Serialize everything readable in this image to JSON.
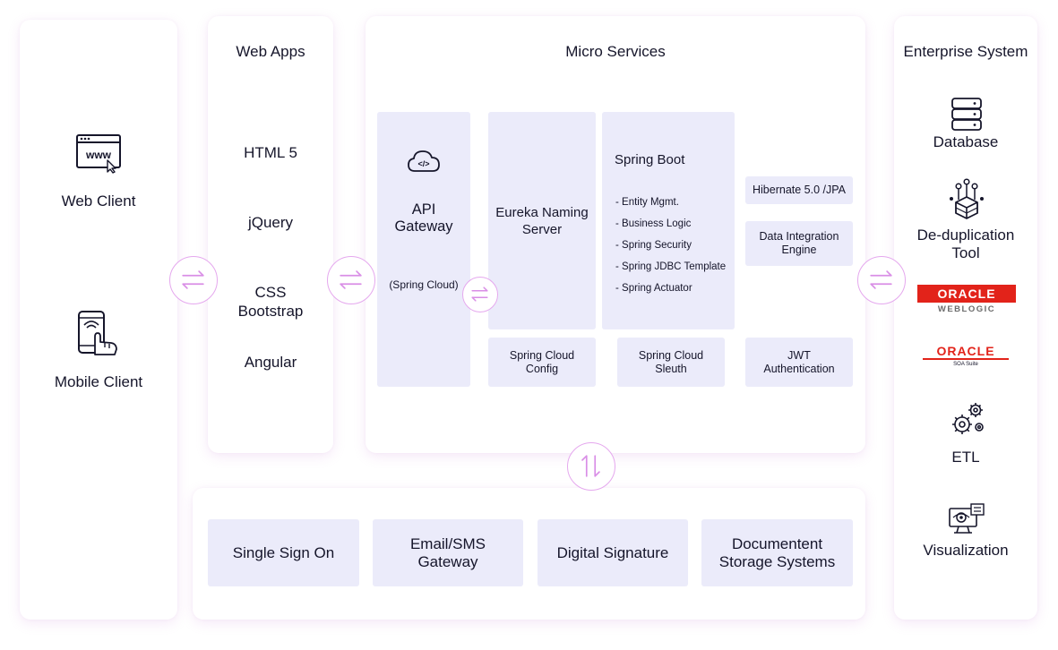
{
  "clients": {
    "web_client": "Web Client",
    "web_icon_text": "www",
    "mobile_client": "Mobile Client"
  },
  "web_apps": {
    "title": "Web Apps",
    "items": [
      "HTML 5",
      "jQuery",
      "CSS Bootstrap",
      "Angular"
    ]
  },
  "micro_services": {
    "title": "Micro Services",
    "api_gateway": {
      "code_glyph": "</>",
      "line1": "API",
      "line2": "Gateway",
      "sub": "(Spring Cloud)"
    },
    "eureka": {
      "line1": "Eureka Naming",
      "line2": "Server"
    },
    "spring_boot": {
      "title": "Spring Boot",
      "items": [
        "- Entity Mgmt.",
        "- Business Logic",
        "- Spring Security",
        "- Spring JDBC Template",
        "- Spring Actuator"
      ]
    },
    "hibernate": "Hibernate 5.0 /JPA",
    "data_integration": {
      "line1": "Data Integration",
      "line2": "Engine"
    },
    "cloud_config": {
      "line1": "Spring Cloud",
      "line2": "Config"
    },
    "cloud_sleuth": {
      "line1": "Spring Cloud",
      "line2": "Sleuth"
    },
    "jwt": {
      "line1": "JWT",
      "line2": "Authentication"
    }
  },
  "services_bar": {
    "items": [
      {
        "line1": "Single Sign On",
        "line2": ""
      },
      {
        "line1": "Email/SMS",
        "line2": "Gateway"
      },
      {
        "line1": "Digital Signature",
        "line2": ""
      },
      {
        "line1": "Documentent",
        "line2": "Storage Systems"
      }
    ]
  },
  "enterprise": {
    "title": "Enterprise System",
    "database": "Database",
    "dedup": {
      "line1": "De-duplication",
      "line2": "Tool"
    },
    "oracle_weblogic": {
      "brand": "ORACLE",
      "product": "WEBLOGIC"
    },
    "oracle_soa": {
      "brand": "ORACLE",
      "product": "SOA Suite"
    },
    "etl": "ETL",
    "visualization": "Visualization"
  },
  "colors": {
    "card_bg": "#ebebfa",
    "arrow_accent": "#e5a8ee",
    "oracle_red": "#e2231a",
    "text": "#15152a"
  }
}
